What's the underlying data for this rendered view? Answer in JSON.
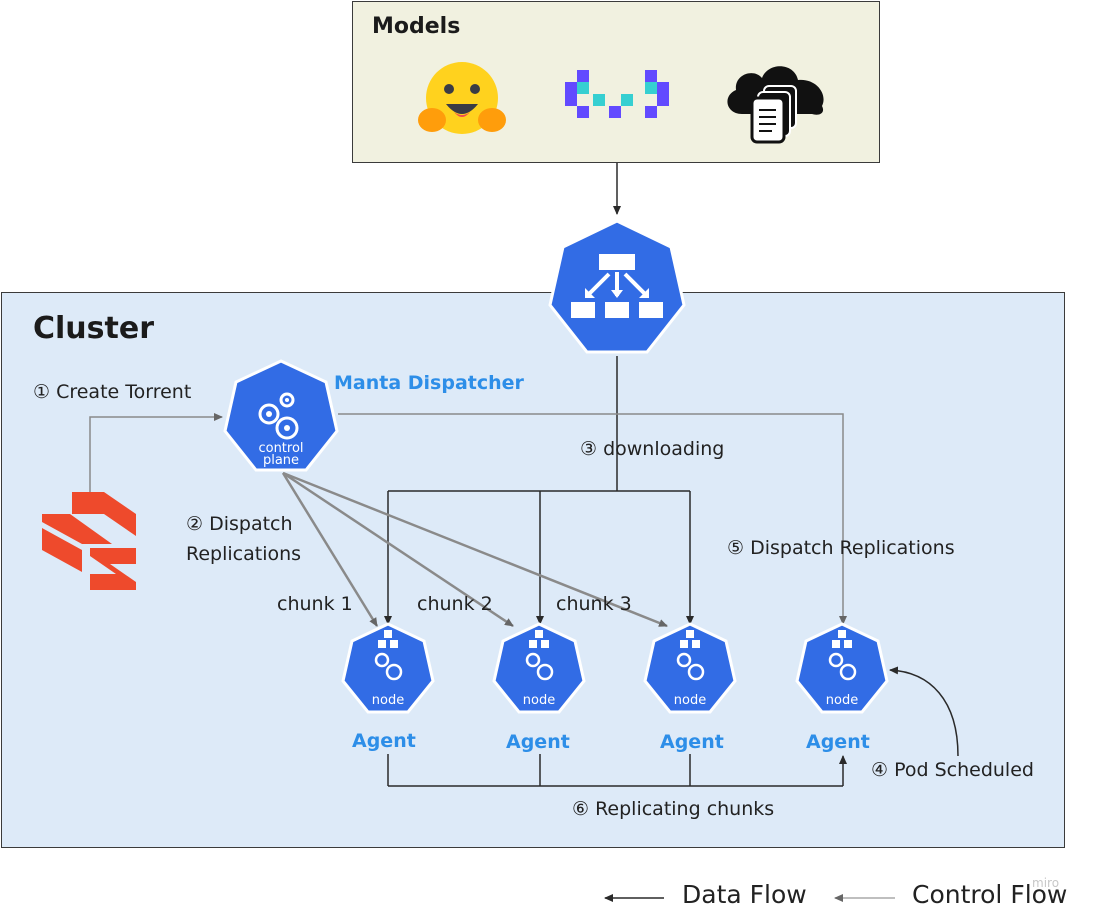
{
  "models": {
    "title": "Models"
  },
  "cluster": {
    "title": "Cluster"
  },
  "dispatcher": {
    "label": "Manta Dispatcher",
    "icon_text_line1": "control",
    "icon_text_line2": "plane"
  },
  "steps": {
    "create_torrent": "① Create Torrent",
    "dispatch_line1": "② Dispatch",
    "dispatch_line2": "Replications",
    "downloading": "③ downloading",
    "pod_scheduled": "④ Pod Scheduled",
    "dispatch_replications": "⑤ Dispatch Replications",
    "replicating_chunks": "⑥ Replicating chunks"
  },
  "chunks": [
    "chunk 1",
    "chunk 2",
    "chunk 3"
  ],
  "agents": [
    {
      "label": "Agent",
      "icon_text": "node"
    },
    {
      "label": "Agent",
      "icon_text": "node"
    },
    {
      "label": "Agent",
      "icon_text": "node"
    },
    {
      "label": "Agent",
      "icon_text": "node"
    }
  ],
  "legend": {
    "data_flow": "Data Flow",
    "control_flow": "Control Flow"
  },
  "watermark": "miro",
  "colors": {
    "k8s_blue": "#326ce5",
    "accent_blue": "#2d8ee8",
    "logo_orange": "#ee4a2c",
    "models_bg": "#f1f1e0",
    "cluster_bg": "#ddeaf8"
  },
  "icons": [
    "hugging-face-icon",
    "modelscope-icon",
    "cloud-storage-icon",
    "load-balancer-icon",
    "manta-logo-icon"
  ]
}
